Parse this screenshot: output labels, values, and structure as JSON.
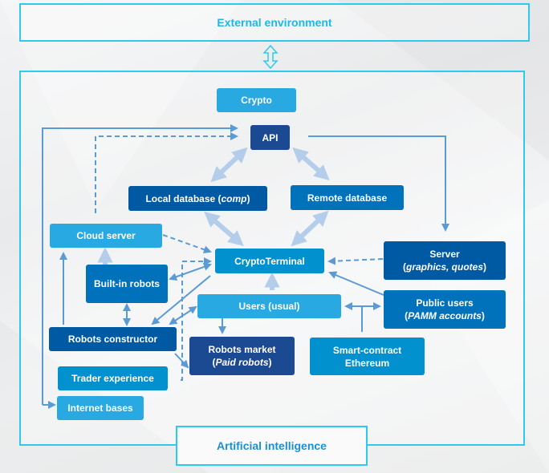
{
  "external_frame": {
    "label": "External environment"
  },
  "ai_frame": {
    "label": "Artificial intelligence"
  },
  "nodes": {
    "crypto": "Crypto",
    "api": "API",
    "local_db": {
      "main": "Local database (",
      "italic": "comp",
      "end": ")"
    },
    "remote_db": "Remote database",
    "cloud_server": "Cloud server",
    "crypto_terminal": "CryptoTerminal",
    "server": {
      "line1": "Server",
      "italic": "graphics, quotes"
    },
    "built_in_robots": "Built-in robots",
    "users_usual": "Users (usual)",
    "public_users": {
      "line1": "Public users",
      "italic": "PAMM accounts"
    },
    "robots_constructor": "Robots constructor",
    "robots_market": {
      "line1": "Robots market",
      "italic": "Paid robots"
    },
    "smart_contract": {
      "line1": "Smart-contract",
      "line2": "Ethereum"
    },
    "trader_experience": "Trader experience",
    "internet_bases": "Internet bases"
  },
  "colors": {
    "frame": "#2ec9ee",
    "edge": "#5b9bd5",
    "fat_edge": "#b4cdea"
  }
}
